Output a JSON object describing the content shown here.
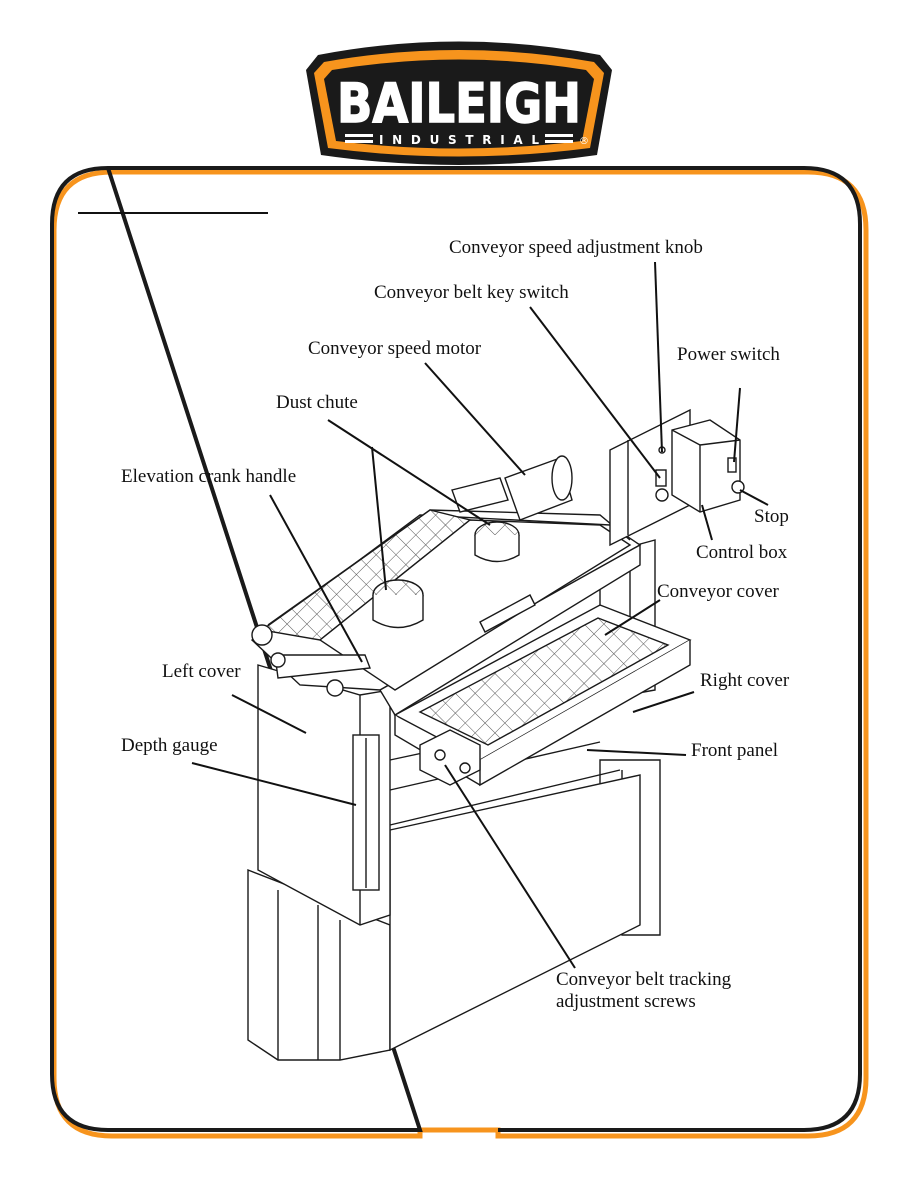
{
  "brand": {
    "name": "BAILEIGH",
    "sub": "INDUSTRIAL",
    "registered": "®",
    "colors": {
      "orange": "#F7941D",
      "black": "#1a1a1a",
      "white": "#ffffff"
    }
  },
  "section_heading": "",
  "labels": {
    "speed_knob": "Conveyor speed adjustment knob",
    "key_switch": "Conveyor belt key switch",
    "speed_motor": "Conveyor speed motor",
    "power_switch": "Power switch",
    "dust_chute": "Dust chute",
    "crank": "Elevation crank handle",
    "stop": "Stop",
    "control_box": "Control box",
    "conveyor_cover": "Conveyor cover",
    "left_cover": "Left cover",
    "right_cover": "Right cover",
    "depth_gauge": "Depth gauge",
    "front_panel": "Front panel",
    "tracking_1": "Conveyor belt tracking",
    "tracking_2": "adjustment screws"
  },
  "page_number": ""
}
